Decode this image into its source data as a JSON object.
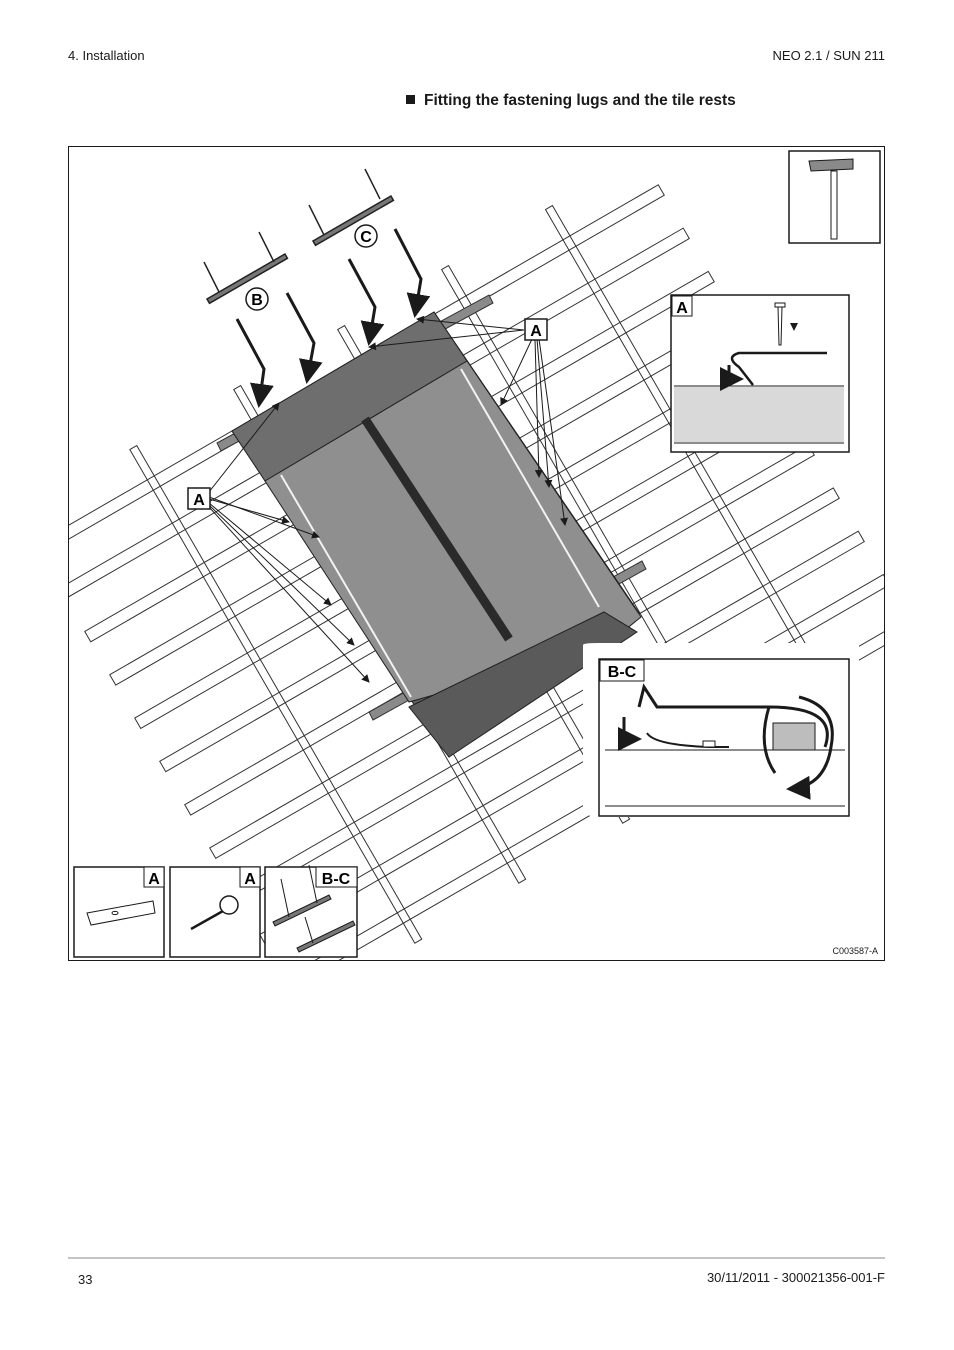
{
  "header": {
    "section": "4.  Installation",
    "product": "NEO 2.1 / SUN 211"
  },
  "section_title": "Fitting the fastening lugs and the tile rests",
  "figure": {
    "callouts": {
      "a": "A",
      "b": "B",
      "c": "C",
      "bc": "B-C"
    },
    "code": "C003587-A"
  },
  "footer": {
    "page_number": "33",
    "document_ref": "30/11/2011  - 300021356-001-F"
  },
  "colors": {
    "text": "#1a1a1a",
    "panel_dark": "#6b6b6b",
    "panel_glass": "#999999",
    "rule": "#c4c4c4"
  }
}
